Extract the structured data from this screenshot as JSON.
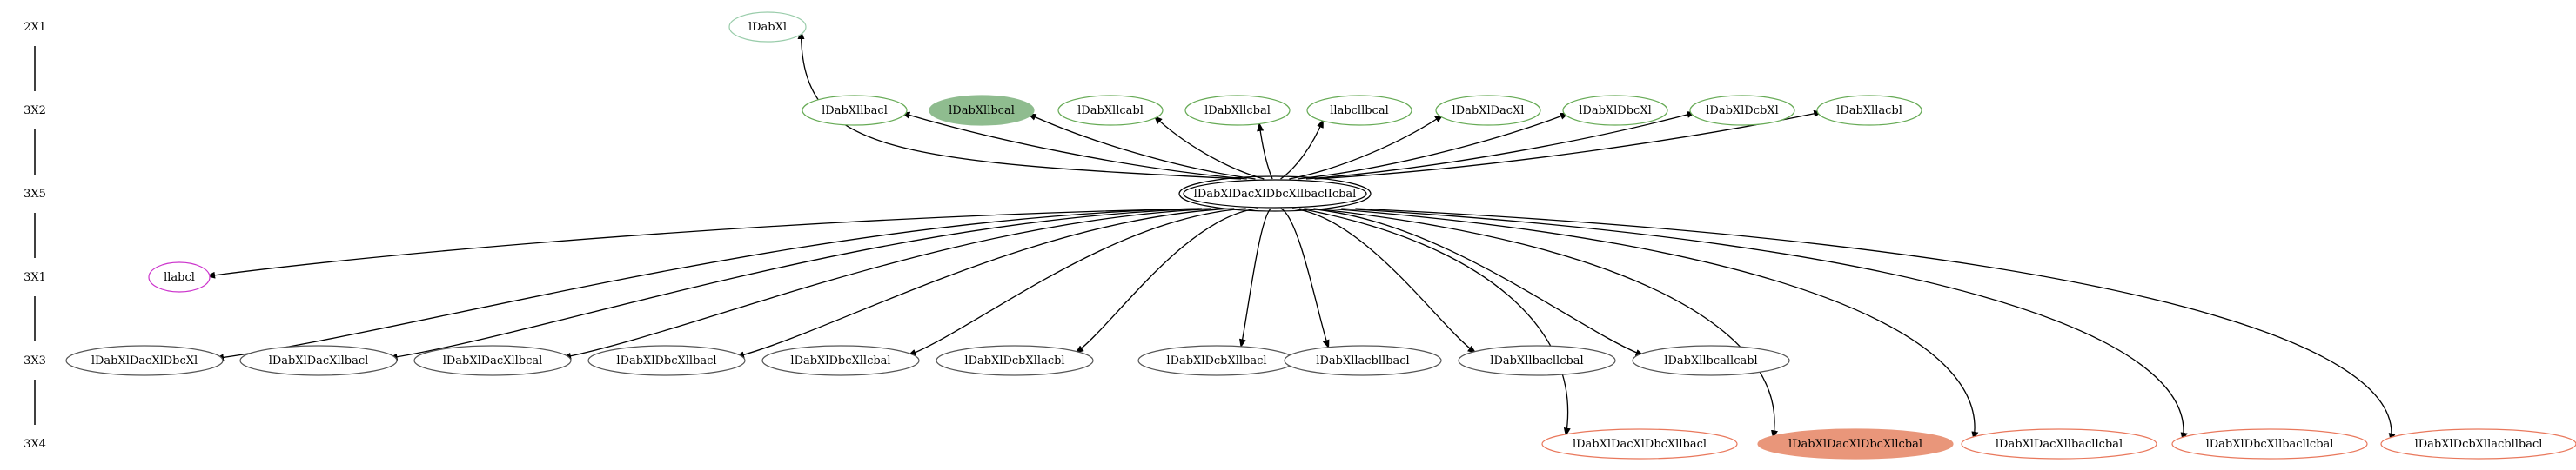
{
  "ranks": [
    "2X1",
    "3X2",
    "3X5",
    "3X1",
    "3X3",
    "3X4"
  ],
  "center": {
    "id": "c",
    "label": "lDabXlDacXlDbcXllbaclIcbal"
  },
  "nodes": [
    {
      "id": "n0",
      "rank": 0,
      "label": "lDabXl",
      "style": "outline",
      "color": "#99ccaa"
    },
    {
      "id": "n1",
      "rank": 1,
      "label": "lDabXllbacl",
      "style": "outline",
      "color": "#66aa55"
    },
    {
      "id": "n2",
      "rank": 1,
      "label": "lDabXllbcal",
      "style": "filled",
      "color": "#8fbc8f"
    },
    {
      "id": "n3",
      "rank": 1,
      "label": "lDabXllcabl",
      "style": "outline",
      "color": "#66aa55"
    },
    {
      "id": "n4",
      "rank": 1,
      "label": "lDabXllcbal",
      "style": "outline",
      "color": "#66aa55"
    },
    {
      "id": "n5",
      "rank": 1,
      "label": "llabcllbcal",
      "style": "outline",
      "color": "#66aa55"
    },
    {
      "id": "n6",
      "rank": 1,
      "label": "lDabXlDacXl",
      "style": "outline",
      "color": "#66aa55"
    },
    {
      "id": "n7",
      "rank": 1,
      "label": "lDabXlDbcXl",
      "style": "outline",
      "color": "#66aa55"
    },
    {
      "id": "n8",
      "rank": 1,
      "label": "lDabXlDcbXl",
      "style": "outline",
      "color": "#66aa55"
    },
    {
      "id": "n9",
      "rank": 1,
      "label": "lDabXllacbl",
      "style": "outline",
      "color": "#66aa55"
    },
    {
      "id": "n10",
      "rank": 3,
      "label": "llabcl",
      "style": "outline",
      "color": "#cc33cc"
    },
    {
      "id": "n11",
      "rank": 4,
      "label": "lDabXlDacXlDbcXl",
      "style": "outline",
      "color": "#555555"
    },
    {
      "id": "n12",
      "rank": 4,
      "label": "lDabXlDacXllbacl",
      "style": "outline",
      "color": "#555555"
    },
    {
      "id": "n13",
      "rank": 4,
      "label": "lDabXlDacXllbcal",
      "style": "outline",
      "color": "#555555"
    },
    {
      "id": "n14",
      "rank": 4,
      "label": "lDabXlDbcXllbacl",
      "style": "outline",
      "color": "#555555"
    },
    {
      "id": "n15",
      "rank": 4,
      "label": "lDabXlDbcXllcbal",
      "style": "outline",
      "color": "#555555"
    },
    {
      "id": "n16",
      "rank": 4,
      "label": "lDabXlDcbXllacbl",
      "style": "outline",
      "color": "#555555"
    },
    {
      "id": "n17",
      "rank": 4,
      "label": "lDabXlDcbXllbacl",
      "style": "outline",
      "color": "#555555"
    },
    {
      "id": "n18",
      "rank": 4,
      "label": "lDabXllacbllbacl",
      "style": "outline",
      "color": "#555555"
    },
    {
      "id": "n19",
      "rank": 4,
      "label": "lDabXllbacllcbal",
      "style": "outline",
      "color": "#555555"
    },
    {
      "id": "n20",
      "rank": 4,
      "label": "lDabXllbcallcabl",
      "style": "outline",
      "color": "#555555"
    },
    {
      "id": "n21",
      "rank": 5,
      "label": "lDabXlDacXlDbcXllbacl",
      "style": "outline",
      "color": "#e9785c"
    },
    {
      "id": "n22",
      "rank": 5,
      "label": "lDabXlDacXlDbcXllcbal",
      "style": "filled",
      "color": "#e9967a"
    },
    {
      "id": "n23",
      "rank": 5,
      "label": "lDabXlDacXllbacllcbal",
      "style": "outline",
      "color": "#e9785c"
    },
    {
      "id": "n24",
      "rank": 5,
      "label": "lDabXlDbcXllbacllcbal",
      "style": "outline",
      "color": "#e9785c"
    },
    {
      "id": "n25",
      "rank": 5,
      "label": "lDabXlDcbXllacbllbacl",
      "style": "outline",
      "color": "#e9785c"
    }
  ],
  "edges": [
    "n0",
    "n1",
    "n2",
    "n3",
    "n4",
    "n5",
    "n6",
    "n7",
    "n8",
    "n9",
    "n10",
    "n11",
    "n12",
    "n13",
    "n14",
    "n15",
    "n16",
    "n17",
    "n18",
    "n19",
    "n20",
    "n21",
    "n22",
    "n23",
    "n24",
    "n25"
  ]
}
